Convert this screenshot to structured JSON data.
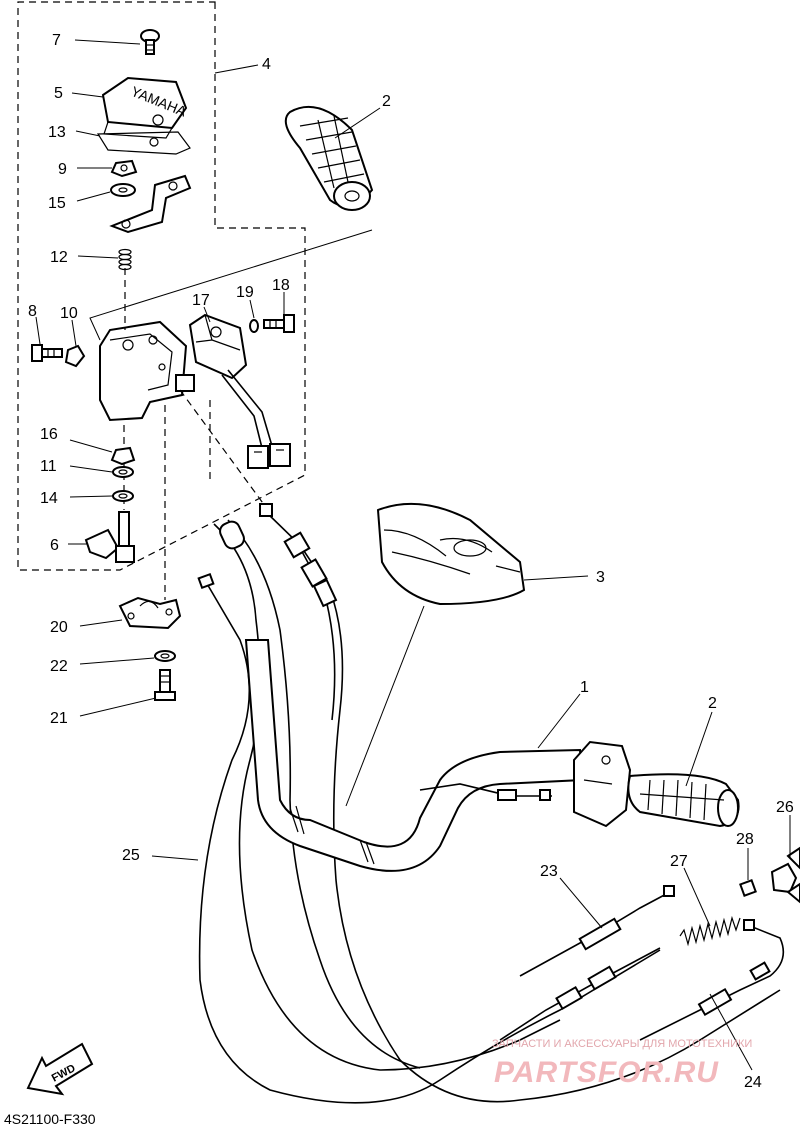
{
  "diagram": {
    "part_labels": [
      "1",
      "2",
      "2",
      "3",
      "4",
      "5",
      "6",
      "7",
      "8",
      "9",
      "10",
      "11",
      "12",
      "13",
      "14",
      "15",
      "16",
      "17",
      "18",
      "19",
      "20",
      "21",
      "22",
      "23",
      "24",
      "25",
      "26",
      "27",
      "28"
    ],
    "diagram_code": "4S21100-F330",
    "fwd_label": "FWD",
    "embossed_logo": "YAMAHA",
    "watermark": {
      "caption": "ЗАПЧАСТИ И АКСЕССУАРЫ ДЛЯ МОТОТЕХНИКИ",
      "brand": "PARTSFOR.RU"
    },
    "icons": [
      "fwd-arrow-icon"
    ]
  }
}
